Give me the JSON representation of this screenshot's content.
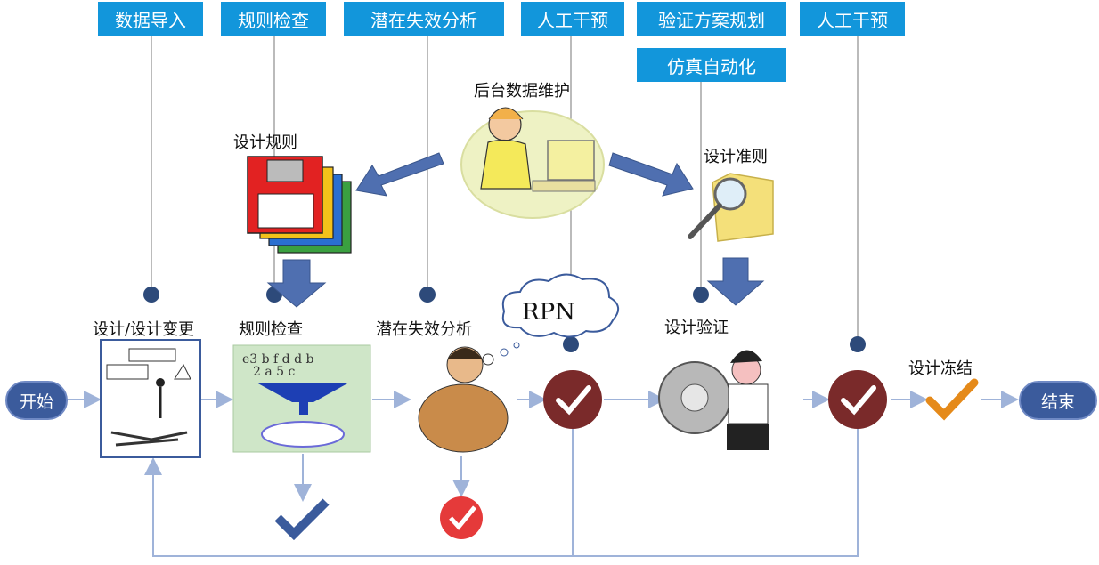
{
  "top_boxes": [
    "数据导入",
    "规则检查",
    "潜在失效分析",
    "人工干预",
    "验证方案规划",
    "人工干预"
  ],
  "sub_box": "仿真自动化",
  "resources": {
    "backend": "后台数据维护",
    "design_rules": "设计规则",
    "design_guidelines": "设计准则"
  },
  "flow": {
    "start": "开始",
    "end": "结束",
    "step1": "设计/设计变更",
    "step2": "规则检查",
    "step3": "潜在失效分析",
    "step4": "设计验证",
    "step5": "设计冻结",
    "rpn": "RPN"
  },
  "colors": {
    "box": "#1296db",
    "check": "#7a2a2a",
    "arrow": "#4f6fb0",
    "line": "#9fb3d9"
  }
}
